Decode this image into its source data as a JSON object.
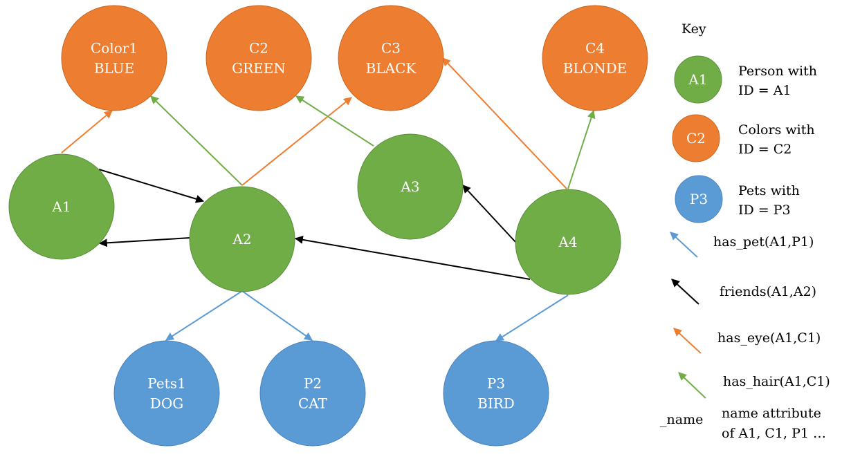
{
  "colors": {
    "person": "#70AD47",
    "color": "#ED7D31",
    "pet": "#5B9BD5",
    "has_pet": "#5B9BD5",
    "friends": "#000000",
    "has_eye": "#ED7D31",
    "has_hair": "#70AD47",
    "node_stroke_person": "#5A8F3A",
    "node_stroke_color": "#C8661F",
    "node_stroke_pet": "#4A84BB"
  },
  "nodes": [
    {
      "id": "color1",
      "type": "color",
      "lines": [
        "Color1",
        "BLUE"
      ]
    },
    {
      "id": "c2",
      "type": "color",
      "lines": [
        "C2",
        "GREEN"
      ]
    },
    {
      "id": "c3",
      "type": "color",
      "lines": [
        "C3",
        "BLACK"
      ]
    },
    {
      "id": "c4",
      "type": "color",
      "lines": [
        "C4",
        "BLONDE"
      ]
    },
    {
      "id": "a1",
      "type": "person",
      "lines": [
        "A1"
      ]
    },
    {
      "id": "a2",
      "type": "person",
      "lines": [
        "A2"
      ]
    },
    {
      "id": "a3",
      "type": "person",
      "lines": [
        "A3"
      ]
    },
    {
      "id": "a4",
      "type": "person",
      "lines": [
        "A4"
      ]
    },
    {
      "id": "pets1",
      "type": "pet",
      "lines": [
        "Pets1",
        "DOG"
      ]
    },
    {
      "id": "p2",
      "type": "pet",
      "lines": [
        "P2",
        "CAT"
      ]
    },
    {
      "id": "p3",
      "type": "pet",
      "lines": [
        "P3",
        "BIRD"
      ]
    }
  ],
  "edges": [
    {
      "from": "a1",
      "to": "color1",
      "relation": "has_eye"
    },
    {
      "from": "a1",
      "to": "a2",
      "relation": "friends"
    },
    {
      "from": "a2",
      "to": "a1",
      "relation": "friends"
    },
    {
      "from": "a2",
      "to": "color1",
      "relation": "has_hair"
    },
    {
      "from": "a2",
      "to": "c3",
      "relation": "has_eye"
    },
    {
      "from": "a2",
      "to": "pets1",
      "relation": "has_pet"
    },
    {
      "from": "a2",
      "to": "p2",
      "relation": "has_pet"
    },
    {
      "from": "a3",
      "to": "c2",
      "relation": "has_hair"
    },
    {
      "from": "a4",
      "to": "a3",
      "relation": "friends"
    },
    {
      "from": "a4",
      "to": "a2",
      "relation": "friends"
    },
    {
      "from": "a4",
      "to": "c3",
      "relation": "has_eye"
    },
    {
      "from": "a4",
      "to": "c4",
      "relation": "has_hair"
    },
    {
      "from": "a4",
      "to": "p3",
      "relation": "has_pet"
    }
  ],
  "key": {
    "title": "Key",
    "nodes": [
      {
        "type": "person",
        "label": "A1",
        "lines": [
          "Person with",
          "ID = A1"
        ]
      },
      {
        "type": "color",
        "label": "C2",
        "lines": [
          "Colors with",
          "ID = C2"
        ]
      },
      {
        "type": "pet",
        "label": "P3",
        "lines": [
          "Pets with",
          "ID = P3"
        ]
      }
    ],
    "edges": [
      {
        "relation": "has_pet",
        "label": "has_pet(A1,P1)"
      },
      {
        "relation": "friends",
        "label": "friends(A1,A2)"
      },
      {
        "relation": "has_eye",
        "label": "has_eye(A1,C1)"
      },
      {
        "relation": "has_hair",
        "label": "has_hair(A1,C1)"
      }
    ],
    "name_symbol": "_name",
    "name_lines": [
      "name attribute",
      "of A1, C1, P1 …"
    ]
  }
}
